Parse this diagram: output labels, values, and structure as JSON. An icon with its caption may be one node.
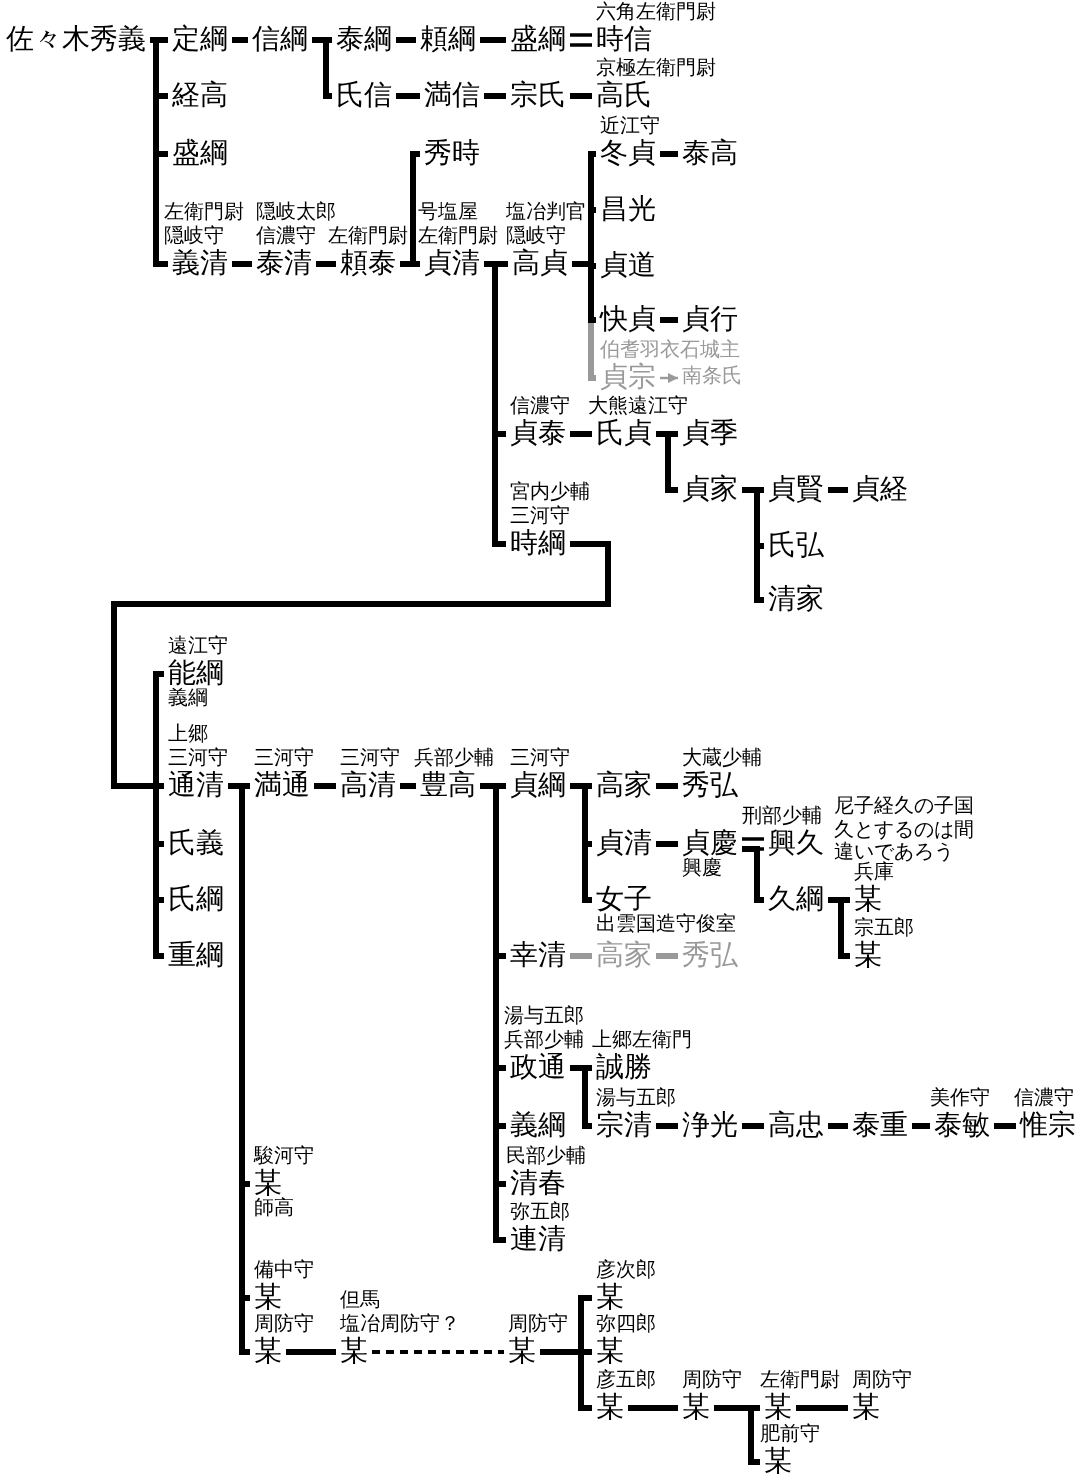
{
  "diagram": {
    "nodes": [
      {
        "text": [
          "佐々木秀義"
        ]
      },
      {
        "text": [
          "定綱"
        ]
      },
      {
        "text": [
          "信綱"
        ]
      },
      {
        "text": [
          "泰綱"
        ]
      },
      {
        "text": [
          "頼綱"
        ]
      },
      {
        "text": [
          "盛綱"
        ]
      },
      {
        "text": [
          "時信"
        ],
        "beside": [
          "六角左衛門尉"
        ]
      },
      {
        "text": [
          "経高"
        ]
      },
      {
        "text": [
          "氏信"
        ]
      },
      {
        "text": [
          "満信"
        ]
      },
      {
        "text": [
          "宗氏"
        ]
      },
      {
        "text": [
          "高氏"
        ],
        "beside": [
          "京極左衛門尉"
        ]
      },
      {
        "text": [
          "盛綱"
        ]
      },
      {
        "text": [
          "秀時"
        ]
      },
      {
        "text": [
          "冬貞"
        ],
        "beside": [
          "近江守"
        ]
      },
      {
        "text": [
          "泰高"
        ]
      },
      {
        "text": [
          "昌光"
        ]
      },
      {
        "text": [
          "義清"
        ],
        "beside": [
          "左衛門尉",
          "隠岐守"
        ]
      },
      {
        "text": [
          "泰清"
        ],
        "beside": [
          "隠岐太郎",
          "信濃守"
        ]
      },
      {
        "text": [
          "頼泰"
        ],
        "beside": [
          "左衛門尉"
        ]
      },
      {
        "text": [
          "貞清"
        ],
        "beside": [
          "号塩屋",
          "左衛門尉"
        ]
      },
      {
        "text": [
          "高貞"
        ],
        "beside": [
          "塩冶判官",
          "隠岐守"
        ]
      },
      {
        "text": [
          "貞道"
        ]
      },
      {
        "text": [
          "快貞"
        ]
      },
      {
        "text": [
          "貞行"
        ]
      },
      {
        "text": [
          "貞宗"
        ],
        "beside": [
          "伯耆羽衣石城主"
        ]
      },
      {
        "text": [
          "南条氏"
        ]
      },
      {
        "text": [
          "貞泰"
        ],
        "beside": [
          "信濃守"
        ]
      },
      {
        "text": [
          "氏貞"
        ],
        "beside": [
          "大熊遠江守"
        ]
      },
      {
        "text": [
          "貞季"
        ]
      },
      {
        "text": [
          "貞家"
        ]
      },
      {
        "text": [
          "貞賢"
        ]
      },
      {
        "text": [
          "貞経"
        ]
      },
      {
        "text": [
          "時綱"
        ],
        "beside": [
          "宮内少輔",
          "三河守"
        ]
      },
      {
        "text": [
          "氏弘"
        ]
      },
      {
        "text": [
          "清家"
        ]
      },
      {
        "text": [
          "能綱"
        ],
        "beside": [
          "遠江守",
          "義綱"
        ]
      },
      {
        "text": [
          "通清"
        ],
        "beside": [
          "上郷",
          "三河守"
        ]
      },
      {
        "text": [
          "満通"
        ],
        "beside": [
          "三河守"
        ]
      },
      {
        "text": [
          "高清"
        ],
        "beside": [
          "三河守"
        ]
      },
      {
        "text": [
          "豊高"
        ],
        "beside": [
          "兵部少輔"
        ]
      },
      {
        "text": [
          "貞綱"
        ],
        "beside": [
          "三河守"
        ]
      },
      {
        "text": [
          "高家"
        ]
      },
      {
        "text": [
          "秀弘"
        ],
        "beside": [
          "大蔵少輔"
        ]
      },
      {
        "text": [
          "氏義"
        ]
      },
      {
        "text": [
          "貞清"
        ]
      },
      {
        "text": [
          "貞慶"
        ],
        "beside": [
          "興慶"
        ]
      },
      {
        "text": [
          "興久"
        ],
        "beside": [
          "刑部少輔",
          "尼子経久の子国久とするのは間違いであろう"
        ]
      },
      {
        "text": [
          "氏綱"
        ]
      },
      {
        "text": [
          "女子"
        ],
        "beside": [
          "出雲国造守俊室"
        ]
      },
      {
        "text": [
          "久綱"
        ]
      },
      {
        "text": [
          "某"
        ],
        "beside": [
          "兵庫"
        ]
      },
      {
        "text": [
          "重綱"
        ]
      },
      {
        "text": [
          "幸清"
        ]
      },
      {
        "text": [
          "高家"
        ]
      },
      {
        "text": [
          "秀弘"
        ]
      },
      {
        "text": [
          "某"
        ],
        "beside": [
          "宗五郎"
        ]
      },
      {
        "text": [
          "政通"
        ],
        "beside": [
          "湯与五郎",
          "兵部少輔"
        ]
      },
      {
        "text": [
          "誠勝"
        ],
        "beside": [
          "上郷左衛門"
        ]
      },
      {
        "text": [
          "義綱"
        ]
      },
      {
        "text": [
          "宗清"
        ],
        "beside": [
          "湯与五郎"
        ]
      },
      {
        "text": [
          "浄光"
        ]
      },
      {
        "text": [
          "高忠"
        ]
      },
      {
        "text": [
          "泰重"
        ]
      },
      {
        "text": [
          "泰敏"
        ],
        "beside": [
          "美作守"
        ]
      },
      {
        "text": [
          "惟宗"
        ],
        "beside": [
          "信濃守"
        ]
      },
      {
        "text": [
          "某"
        ],
        "beside": [
          "駿河守",
          "師高"
        ]
      },
      {
        "text": [
          "清春"
        ],
        "beside": [
          "民部少輔"
        ]
      },
      {
        "text": [
          "連清"
        ],
        "beside": [
          "弥五郎"
        ]
      },
      {
        "text": [
          "某"
        ],
        "beside": [
          "備中守"
        ]
      },
      {
        "text": [
          "某"
        ],
        "beside": [
          "彦次郎"
        ]
      },
      {
        "text": [
          "某"
        ],
        "beside": [
          "周防守"
        ]
      },
      {
        "text": [
          "某"
        ],
        "beside": [
          "但馬",
          "塩冶周防守？"
        ]
      },
      {
        "text": [
          "某"
        ],
        "beside": [
          "周防守"
        ]
      },
      {
        "text": [
          "某"
        ],
        "beside": [
          "弥四郎"
        ]
      },
      {
        "text": [
          "某"
        ],
        "beside": [
          "彦五郎"
        ]
      },
      {
        "text": [
          "某"
        ],
        "beside": [
          "周防守"
        ]
      },
      {
        "text": [
          "某"
        ],
        "beside": [
          "左衛門尉"
        ]
      },
      {
        "text": [
          "某"
        ],
        "beside": [
          "周防守"
        ]
      },
      {
        "text": [
          "某"
        ],
        "beside": [
          "肥前守"
        ]
      }
    ],
    "edges": [
      {
        "from": 0,
        "to": 1,
        "arrow": "none"
      },
      {
        "from": 0,
        "to": 7,
        "arrow": "none"
      },
      {
        "from": 0,
        "to": 12,
        "arrow": "none"
      },
      {
        "from": 0,
        "to": 17,
        "arrow": "none"
      },
      {
        "from": 1,
        "to": 2,
        "arrow": "none"
      },
      {
        "from": 2,
        "to": 3,
        "arrow": "none"
      },
      {
        "from": 2,
        "to": 8,
        "arrow": "none"
      },
      {
        "from": 3,
        "to": 4,
        "arrow": "none"
      },
      {
        "from": 4,
        "to": 5,
        "arrow": "none"
      },
      {
        "from": 5,
        "to": 6,
        "arrow": "none"
      },
      {
        "from": 8,
        "to": 9,
        "arrow": "none"
      },
      {
        "from": 9,
        "to": 10,
        "arrow": "none"
      },
      {
        "from": 10,
        "to": 11,
        "arrow": "none"
      },
      {
        "from": 17,
        "to": 18,
        "arrow": "none"
      },
      {
        "from": 18,
        "to": 19,
        "arrow": "none"
      },
      {
        "from": 19,
        "to": 13,
        "arrow": "none"
      },
      {
        "from": 19,
        "to": 20,
        "arrow": "none"
      },
      {
        "from": 20,
        "to": 21,
        "arrow": "none"
      },
      {
        "from": 20,
        "to": 27,
        "arrow": "none"
      },
      {
        "from": 20,
        "to": 33,
        "arrow": "none"
      },
      {
        "from": 21,
        "to": 14,
        "arrow": "none"
      },
      {
        "from": 21,
        "to": 16,
        "arrow": "none"
      },
      {
        "from": 21,
        "to": 22,
        "arrow": "none"
      },
      {
        "from": 21,
        "to": 23,
        "arrow": "none"
      },
      {
        "from": 21,
        "to": 25,
        "arrow": "none",
        "color": "#999999"
      },
      {
        "from": 14,
        "to": 15,
        "arrow": "none"
      },
      {
        "from": 23,
        "to": 24,
        "arrow": "none"
      },
      {
        "from": 25,
        "to": 26,
        "arrow": "to",
        "color": "#999999"
      },
      {
        "from": 27,
        "to": 28,
        "arrow": "none"
      },
      {
        "from": 28,
        "to": 29,
        "arrow": "none"
      },
      {
        "from": 28,
        "to": 30,
        "arrow": "none"
      },
      {
        "from": 30,
        "to": 31,
        "arrow": "none"
      },
      {
        "from": 30,
        "to": 34,
        "arrow": "none"
      },
      {
        "from": 30,
        "to": 35,
        "arrow": "none"
      },
      {
        "from": 31,
        "to": 32,
        "arrow": "none"
      },
      {
        "from": 33,
        "to": 36,
        "arrow": "none"
      },
      {
        "from": 33,
        "to": 37,
        "arrow": "none"
      },
      {
        "from": 33,
        "to": 44,
        "arrow": "none"
      },
      {
        "from": 33,
        "to": 48,
        "arrow": "none"
      },
      {
        "from": 33,
        "to": 52,
        "arrow": "none"
      },
      {
        "from": 37,
        "to": 38,
        "arrow": "none"
      },
      {
        "from": 37,
        "to": 66,
        "arrow": "none"
      },
      {
        "from": 37,
        "to": 69,
        "arrow": "none"
      },
      {
        "from": 37,
        "to": 71,
        "arrow": "none"
      },
      {
        "from": 38,
        "to": 39,
        "arrow": "none"
      },
      {
        "from": 39,
        "to": 40,
        "arrow": "none"
      },
      {
        "from": 40,
        "to": 41,
        "arrow": "none"
      },
      {
        "from": 40,
        "to": 53,
        "arrow": "none"
      },
      {
        "from": 40,
        "to": 57,
        "arrow": "none"
      },
      {
        "from": 40,
        "to": 59,
        "arrow": "none"
      },
      {
        "from": 40,
        "to": 67,
        "arrow": "none"
      },
      {
        "from": 40,
        "to": 68,
        "arrow": "none"
      },
      {
        "from": 41,
        "to": 42,
        "arrow": "none"
      },
      {
        "from": 41,
        "to": 45,
        "arrow": "none"
      },
      {
        "from": 41,
        "to": 49,
        "arrow": "none"
      },
      {
        "from": 42,
        "to": 43,
        "arrow": "none"
      },
      {
        "from": 45,
        "to": 46,
        "arrow": "none"
      },
      {
        "from": 46,
        "to": 47,
        "arrow": "none"
      },
      {
        "from": 46,
        "to": 50,
        "arrow": "none"
      },
      {
        "from": 50,
        "to": 51,
        "arrow": "none"
      },
      {
        "from": 50,
        "to": 56,
        "arrow": "none"
      },
      {
        "from": 53,
        "to": 54,
        "arrow": "none",
        "color": "#999999"
      },
      {
        "from": 54,
        "to": 55,
        "arrow": "none",
        "color": "#999999"
      },
      {
        "from": 57,
        "to": 58,
        "arrow": "none"
      },
      {
        "from": 57,
        "to": 60,
        "arrow": "none"
      },
      {
        "from": 60,
        "to": 61,
        "arrow": "none"
      },
      {
        "from": 61,
        "to": 62,
        "arrow": "none"
      },
      {
        "from": 62,
        "to": 63,
        "arrow": "none"
      },
      {
        "from": 63,
        "to": 64,
        "arrow": "none"
      },
      {
        "from": 64,
        "to": 65,
        "arrow": "none"
      },
      {
        "from": 71,
        "to": 72,
        "arrow": "none"
      },
      {
        "from": 72,
        "to": 73,
        "arrow": "none",
        "style": "dashed"
      },
      {
        "from": 73,
        "to": 70,
        "arrow": "none"
      },
      {
        "from": 73,
        "to": 74,
        "arrow": "none"
      },
      {
        "from": 73,
        "to": 75,
        "arrow": "none"
      },
      {
        "from": 75,
        "to": 76,
        "arrow": "none"
      },
      {
        "from": 76,
        "to": 77,
        "arrow": "none"
      },
      {
        "from": 76,
        "to": 79,
        "arrow": "none"
      },
      {
        "from": 77,
        "to": 78,
        "arrow": "none"
      }
    ]
  }
}
